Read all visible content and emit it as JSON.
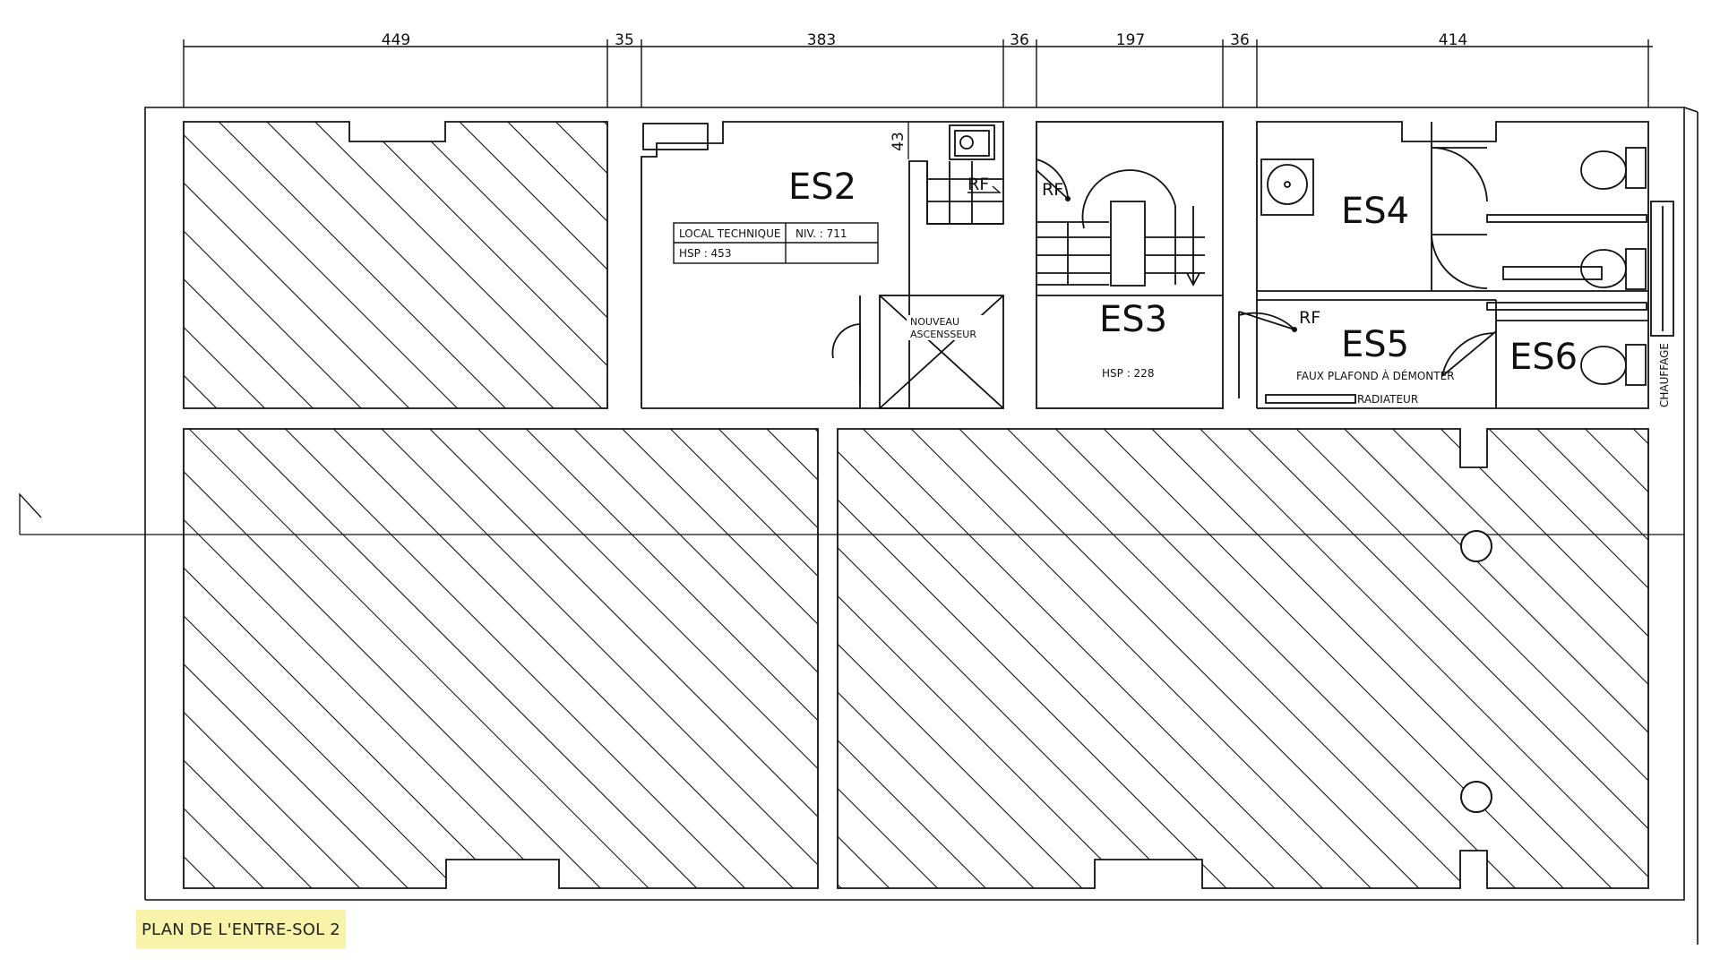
{
  "dimensions": [
    "449",
    "35",
    "383",
    "36",
    "197",
    "36",
    "414"
  ],
  "dimension_43": "43",
  "rooms": {
    "es2": "ES2",
    "es3": "ES3",
    "es4": "ES4",
    "es5": "ES5",
    "es6": "ES6"
  },
  "es2_table": {
    "local": "LOCAL TECHNIQUE",
    "niv": "NIV. : 711",
    "hsp": "HSP : 453"
  },
  "es3_hsp": "HSP : 228",
  "elevator_line1": "NOUVEAU",
  "elevator_line2": "ASCENSSEUR",
  "rf_label": "RF",
  "faux_plafond": "FAUX PLAFOND À DÉMONTER",
  "radiateur": "RADIATEUR",
  "chauffage": "CHAUFFAGE",
  "caption": "PLAN DE L'ENTRE-SOL 2",
  "colors": {
    "ink": "#111111",
    "highlight": "#f7f3a8",
    "paper": "#ffffff"
  }
}
